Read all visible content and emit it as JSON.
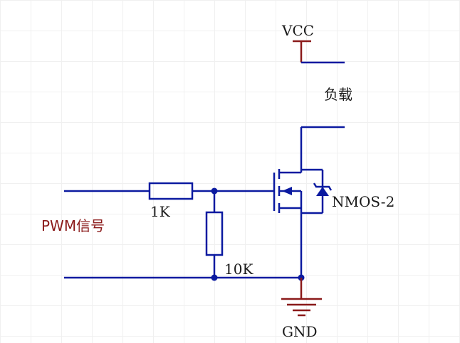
{
  "labels": {
    "vcc": "VCC",
    "load": "负载",
    "r1": "1K",
    "r2": "10K",
    "mosfet": "NMOS-2",
    "pwm": "PWM信号",
    "gnd": "GND"
  },
  "colors": {
    "wire": "#0b1aa0",
    "power": "#8b1a1a",
    "label_text": "#1a1a1a",
    "pwm_text": "#8b1a1a",
    "grid": "#f0f0f0"
  }
}
